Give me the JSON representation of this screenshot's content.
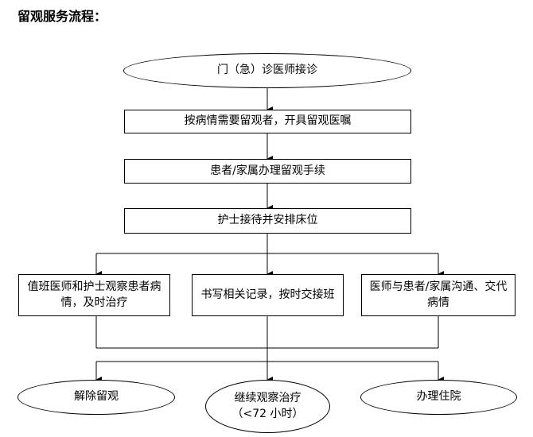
{
  "title": "留观服务流程：",
  "nodes": {
    "start": "门（急）诊医师接诊",
    "step1": "按病情需要留观者，开具留观医嘱",
    "step2": "患者/家属办理留观手续",
    "step3": "护士接待并安排床位",
    "branch_left": "值班医师和护士观察患者病情，及时治疗",
    "branch_mid": "书写相关记录，按时交接班",
    "branch_right": "医师与患者/家属沟通、交代病情",
    "end_left": "解除留观",
    "end_mid_line1": "继续观察治疗",
    "end_mid_line2": "（<72 小时）",
    "end_right": "办理住院"
  }
}
